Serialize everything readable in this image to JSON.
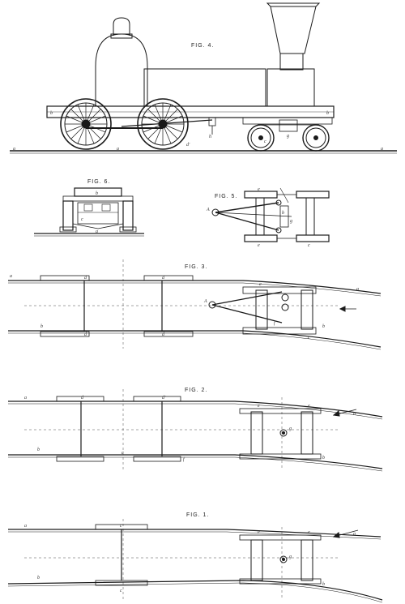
{
  "figures": {
    "fig4": {
      "label": "FIG. 4.",
      "letters": {
        "b_left": "b",
        "b_right": "b",
        "d_prime": "d'",
        "h": "h",
        "g": "g",
        "a": "a",
        "c": "c",
        "a_left": "a",
        "a_right": "a"
      }
    },
    "fig6": {
      "label": "FIG. 6.",
      "letters": {
        "b": "b",
        "a": "a",
        "c": "c"
      }
    },
    "fig5": {
      "label": "FIG. 5.",
      "letters": {
        "A": "A",
        "e_top": "e",
        "e_bottom": "e",
        "c": "c",
        "b": "b",
        "g": "g"
      }
    },
    "fig3": {
      "label": "FIG. 3.",
      "letters": {
        "a_left": "a",
        "a_right": "a",
        "b_left": "b",
        "b_right": "b",
        "d1": "d",
        "d2": "d",
        "d3": "d",
        "d4": "d",
        "A": "A",
        "e": "e",
        "c": "c",
        "f": "f"
      }
    },
    "fig2": {
      "label": "FIG. 2.",
      "letters": {
        "a_left": "a",
        "a_right": "a",
        "b_left": "b",
        "b_right": "b",
        "d1": "d",
        "d2": "d'",
        "c": "c",
        "e1": "e",
        "e2": "e",
        "g": "g",
        "f": "f"
      }
    },
    "fig1": {
      "label": "FIG. 1.",
      "letters": {
        "a_left": "a",
        "a_right": "a",
        "b_left": "b",
        "b_right": "b",
        "c1": "c",
        "c2": "c",
        "e1": "e",
        "e2": "e",
        "g": "g"
      }
    }
  }
}
